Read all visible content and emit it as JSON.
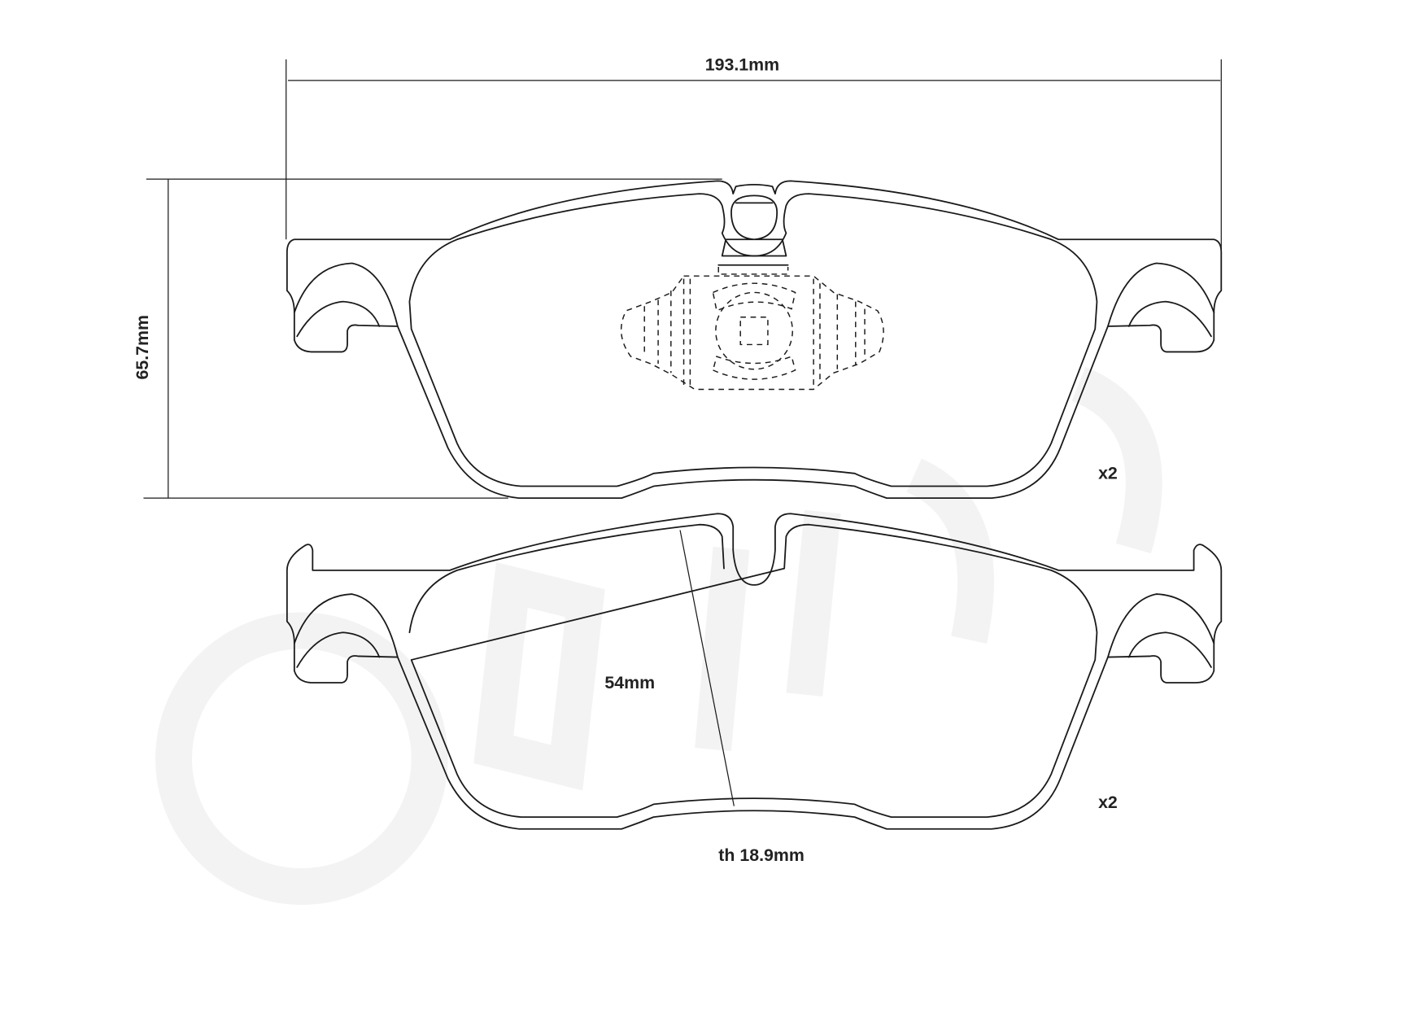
{
  "dimensions": {
    "width": "193.1mm",
    "height": "65.7mm",
    "pad_height": "54mm",
    "thickness": "th 18.9mm"
  },
  "quantities": {
    "top_pad": "x2",
    "bottom_pad": "x2"
  },
  "watermark": "brembo",
  "colors": {
    "line": "#1a1a1a",
    "background": "#ffffff"
  }
}
